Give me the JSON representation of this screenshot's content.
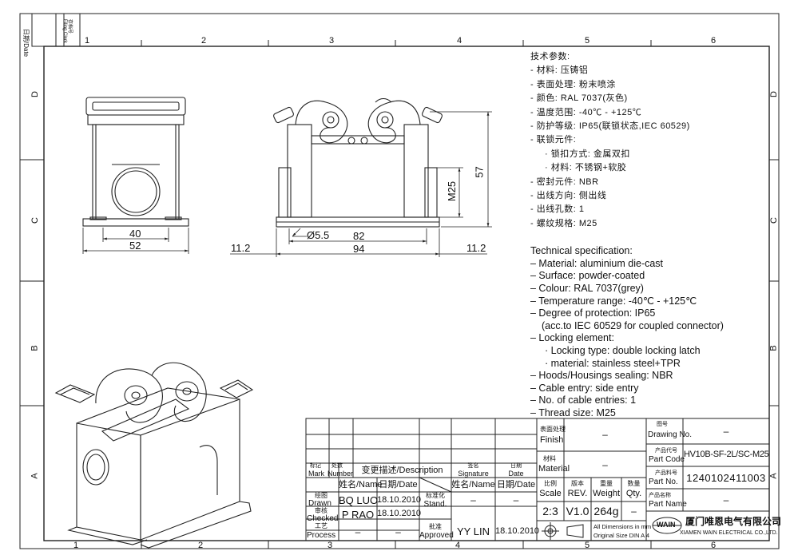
{
  "border": {
    "top_columns": [
      "1",
      "2",
      "3",
      "4",
      "5",
      "6"
    ],
    "bottom_columns": [
      "1",
      "2",
      "3",
      "4",
      "5",
      "6"
    ],
    "side_rows": [
      "D",
      "C",
      "B",
      "A"
    ],
    "corner_date_label": "日期/Date",
    "corner_filing_label": "存档号 Filing Clerk"
  },
  "dimensions": {
    "side_40": "40",
    "side_52": "52",
    "front_11_2_left": "11.2",
    "front_11_2_right": "11.2",
    "front_82": "82",
    "front_94": "94",
    "front_hole": "Ø5.5",
    "front_m25": "M25",
    "front_57": "57"
  },
  "spec_cn": {
    "title": "技术参数:",
    "items": [
      "- 材料: 压铸铝",
      "- 表面处理: 粉末喷涂",
      "- 颜色: RAL 7037(灰色)",
      "- 温度范围: -40℃ - +125℃",
      "- 防护等级: IP65(联锁状态,IEC 60529)",
      "- 联锁元件:"
    ],
    "sub_items": [
      "· 锁扣方式: 金属双扣",
      "· 材料: 不锈钢+软胶"
    ],
    "items2": [
      "- 密封元件: NBR",
      "- 出线方向: 侧出线",
      "- 出线孔数: 1",
      "- 螺纹规格: M25"
    ]
  },
  "spec_en": {
    "title": "Technical specification:",
    "items": [
      "– Material: aluminium die-cast",
      "– Surface: powder-coated",
      "– Colour: RAL 7037(grey)",
      "– Temperature range: -40℃ - +125℃",
      "– Degree of protection: IP65",
      "(acc.to IEC 60529 for coupled connector)",
      "– Locking element:"
    ],
    "sub_items": [
      "· Locking type: double locking latch",
      "· material: stainless steel+TPR"
    ],
    "items2": [
      "– Hoods/Housings sealing: NBR",
      "– Cable entry: side entry",
      "– No. of cable entries: 1",
      "– Thread size: M25"
    ]
  },
  "title_block": {
    "mark_cn": "标记",
    "mark_en": "Mark",
    "number_cn": "处数",
    "number_en": "Number",
    "description": "变更描述/Description",
    "signature_cn": "签名",
    "signature_en": "Signature",
    "date_cn": "日期",
    "date_en": "Date",
    "name_hdr": "姓名/Name",
    "date_hdr": "日期/Date",
    "name_hdr2": "姓名/Name",
    "date_hdr2": "日期/Date",
    "drawn_cn": "绘图",
    "drawn_en": "Drawn",
    "drawn_name": "BQ LUO",
    "drawn_date": "18.10.2010",
    "checked_cn": "审核",
    "checked_en": "Checked",
    "checked_name": "P RAO",
    "checked_date": "18.10.2010",
    "process_cn": "工艺",
    "process_en": "Process",
    "process_name": "–",
    "process_date": "–",
    "stand_cn": "标准化",
    "stand_en": "Stand.",
    "stand_name": "–",
    "stand_date": "–",
    "approved_cn": "批准",
    "approved_en": "Approved",
    "approved_name": "YY LIN",
    "approved_date": "18.10.2010",
    "finish_cn": "表面处理",
    "finish_en": "Finish",
    "finish_val": "–",
    "material_cn": "材料",
    "material_en": "Material",
    "material_val": "–",
    "scale_cn": "比例",
    "scale_en": "Scale",
    "scale_val": "2:3",
    "rev_cn": "版本",
    "rev_en": "REV.",
    "rev_val": "V1.0",
    "weight_cn": "重量",
    "weight_en": "Weight",
    "weight_val": "264g",
    "qty_cn": "数量",
    "qty_en": "Qty.",
    "qty_val": "–",
    "dim_note1": "All Dimensions in mm",
    "dim_note2": "Original Size DIN A 4",
    "drawing_no_cn": "图号",
    "drawing_no_en": "Drawing No.",
    "drawing_no_val": "–",
    "part_code_cn": "产品代号",
    "part_code_en": "Part Code",
    "part_code_val": "HV10B-SF-2L/SC-M25",
    "part_no_cn": "产品料号",
    "part_no_en": "Part No.",
    "part_no_val": "1240102411003",
    "part_name_cn": "产品名称",
    "part_name_en": "Part Name",
    "part_name_val": "–",
    "logo_text": "WAIN",
    "company_cn": "厦门唯恩电气有限公司",
    "company_en": "XIAMEN WAIN ELECTRICAL CO.,LTD."
  }
}
